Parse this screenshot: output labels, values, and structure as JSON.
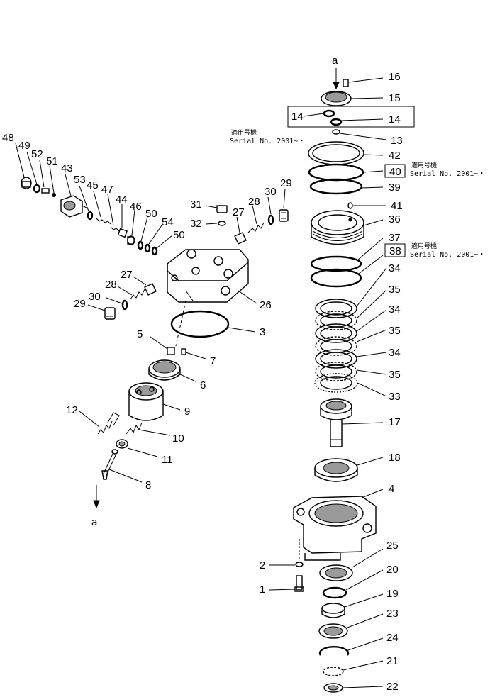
{
  "labels": {
    "a_top": "a",
    "a_bottom": "a",
    "p1": "1",
    "p2": "2",
    "p3": "3",
    "p4": "4",
    "p5": "5",
    "p6": "6",
    "p7": "7",
    "p8": "8",
    "p9": "9",
    "p10": "10",
    "p11": "11",
    "p12": "12",
    "p13": "13",
    "p14a": "14",
    "p14b": "14",
    "p15": "15",
    "p16": "16",
    "p17": "17",
    "p18": "18",
    "p19": "19",
    "p20": "20",
    "p21": "21",
    "p22": "22",
    "p23": "23",
    "p24": "24",
    "p25": "25",
    "p26": "26",
    "p27a": "27",
    "p27b": "27",
    "p28a": "28",
    "p28b": "28",
    "p29a": "29",
    "p29b": "29",
    "p30a": "30",
    "p30b": "30",
    "p31": "31",
    "p32": "32",
    "p33": "33",
    "p34a": "34",
    "p34b": "34",
    "p34c": "34",
    "p35a": "35",
    "p35b": "35",
    "p35c": "35",
    "p36": "36",
    "p37": "37",
    "p38": "38",
    "p39": "39",
    "p40": "40",
    "p41": "41",
    "p42": "42",
    "p43": "43",
    "p44": "44",
    "p45": "45",
    "p46": "46",
    "p47": "47",
    "p48": "48",
    "p49": "49",
    "p50a": "50",
    "p50b": "50",
    "p51": "51",
    "p52": "52",
    "p53": "53",
    "p54": "54"
  },
  "serial_notes": {
    "jp_a": "適用号機",
    "serial_a": "Serial No. 2001~・",
    "jp_b": "適用号機",
    "serial_b": "Serial No. 2001~・",
    "jp_c": "適用号機",
    "serial_c": "Serial No. 2001~・"
  }
}
